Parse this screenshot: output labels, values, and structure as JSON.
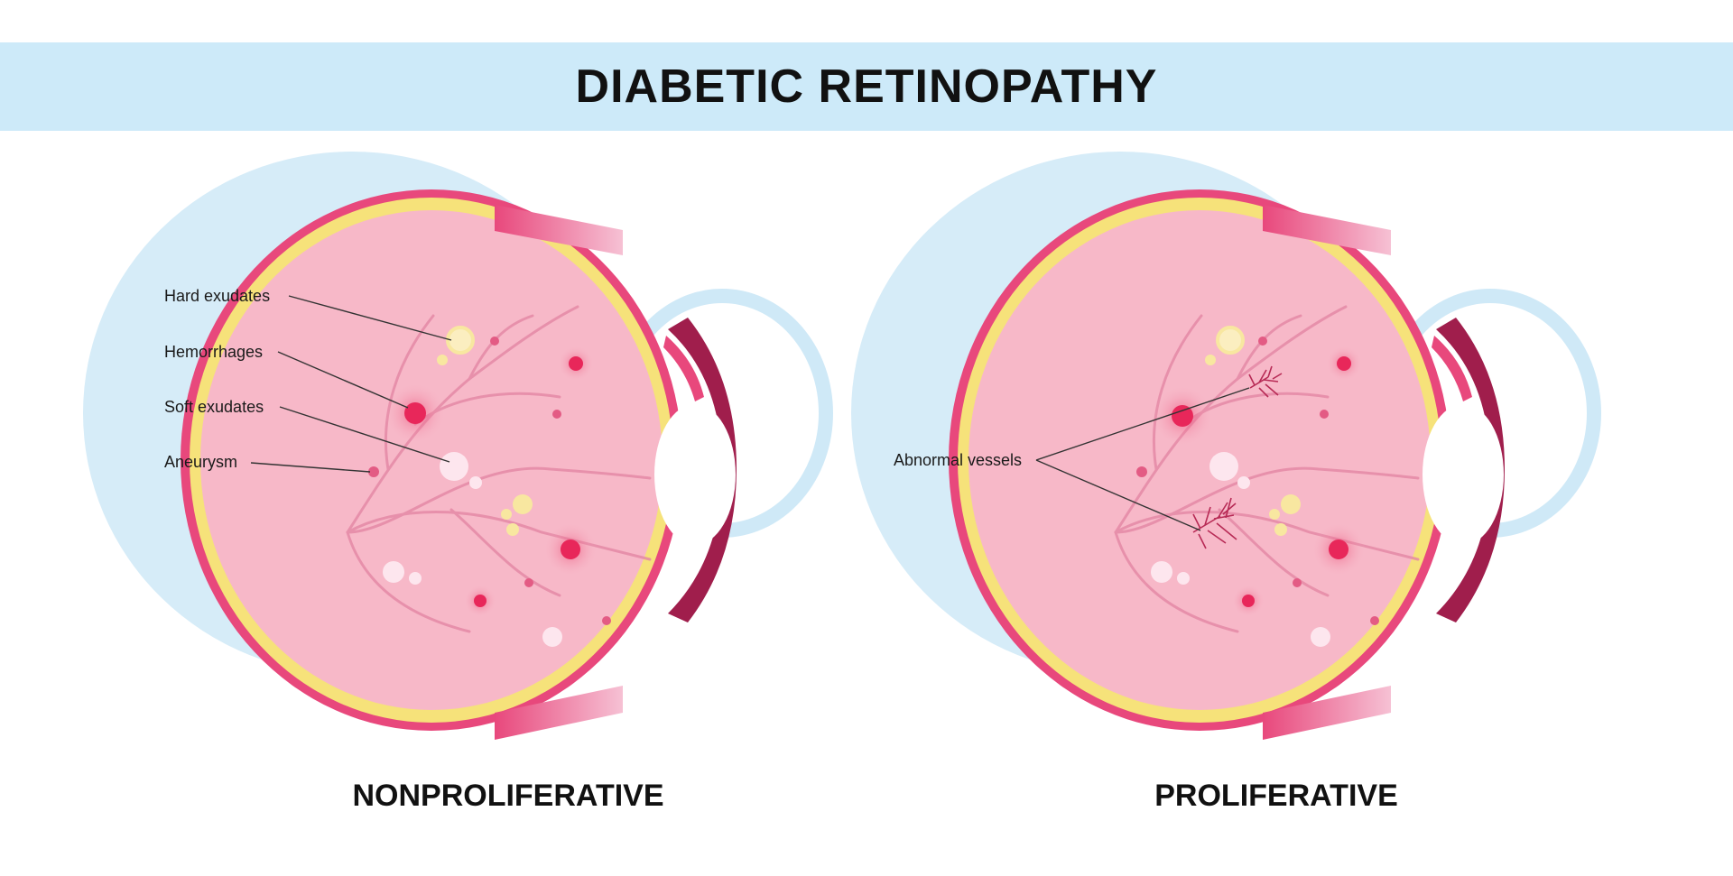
{
  "title": "DIABETIC RETINOPATHY",
  "colors": {
    "banner": "#cdeaf9",
    "sclera": "#cfe9f7",
    "choroid": "#e8487c",
    "retina_band": "#f6e27a",
    "retina": "#f7b8c8",
    "hemorrhage": "#e8275a",
    "exudate_hard": "#f8e7a0",
    "exudate_soft": "#fde6ee",
    "lens": "#ffffff"
  },
  "panels": [
    {
      "caption": "NONPROLIFERATIVE",
      "labels": [
        "Hard exudates",
        "Hemorrhages",
        "Soft exudates",
        "Aneurysm"
      ]
    },
    {
      "caption": "PROLIFERATIVE",
      "labels": [
        "Abnormal vessels"
      ]
    }
  ]
}
